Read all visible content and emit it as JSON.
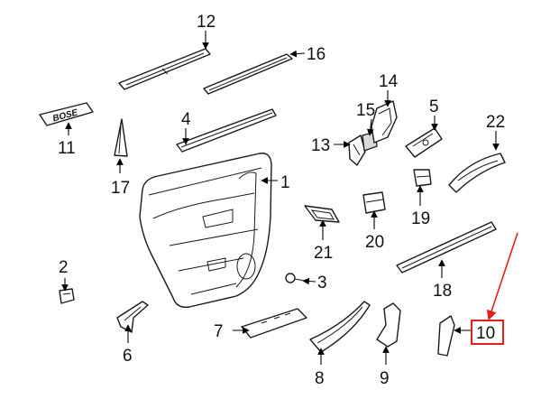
{
  "callouts": [
    {
      "id": "1",
      "label": "1"
    },
    {
      "id": "2",
      "label": "2"
    },
    {
      "id": "3",
      "label": "3"
    },
    {
      "id": "4",
      "label": "4"
    },
    {
      "id": "5",
      "label": "5"
    },
    {
      "id": "6",
      "label": "6"
    },
    {
      "id": "7",
      "label": "7"
    },
    {
      "id": "8",
      "label": "8"
    },
    {
      "id": "9",
      "label": "9"
    },
    {
      "id": "10",
      "label": "10"
    },
    {
      "id": "11",
      "label": "11"
    },
    {
      "id": "12",
      "label": "12"
    },
    {
      "id": "13",
      "label": "13"
    },
    {
      "id": "14",
      "label": "14"
    },
    {
      "id": "15",
      "label": "15"
    },
    {
      "id": "16",
      "label": "16"
    },
    {
      "id": "17",
      "label": "17"
    },
    {
      "id": "18",
      "label": "18"
    },
    {
      "id": "19",
      "label": "19"
    },
    {
      "id": "20",
      "label": "20"
    },
    {
      "id": "21",
      "label": "21"
    },
    {
      "id": "22",
      "label": "22"
    }
  ],
  "emblem_text": "BOSE",
  "highlight": {
    "callout": "10",
    "color": "#e0201b"
  }
}
